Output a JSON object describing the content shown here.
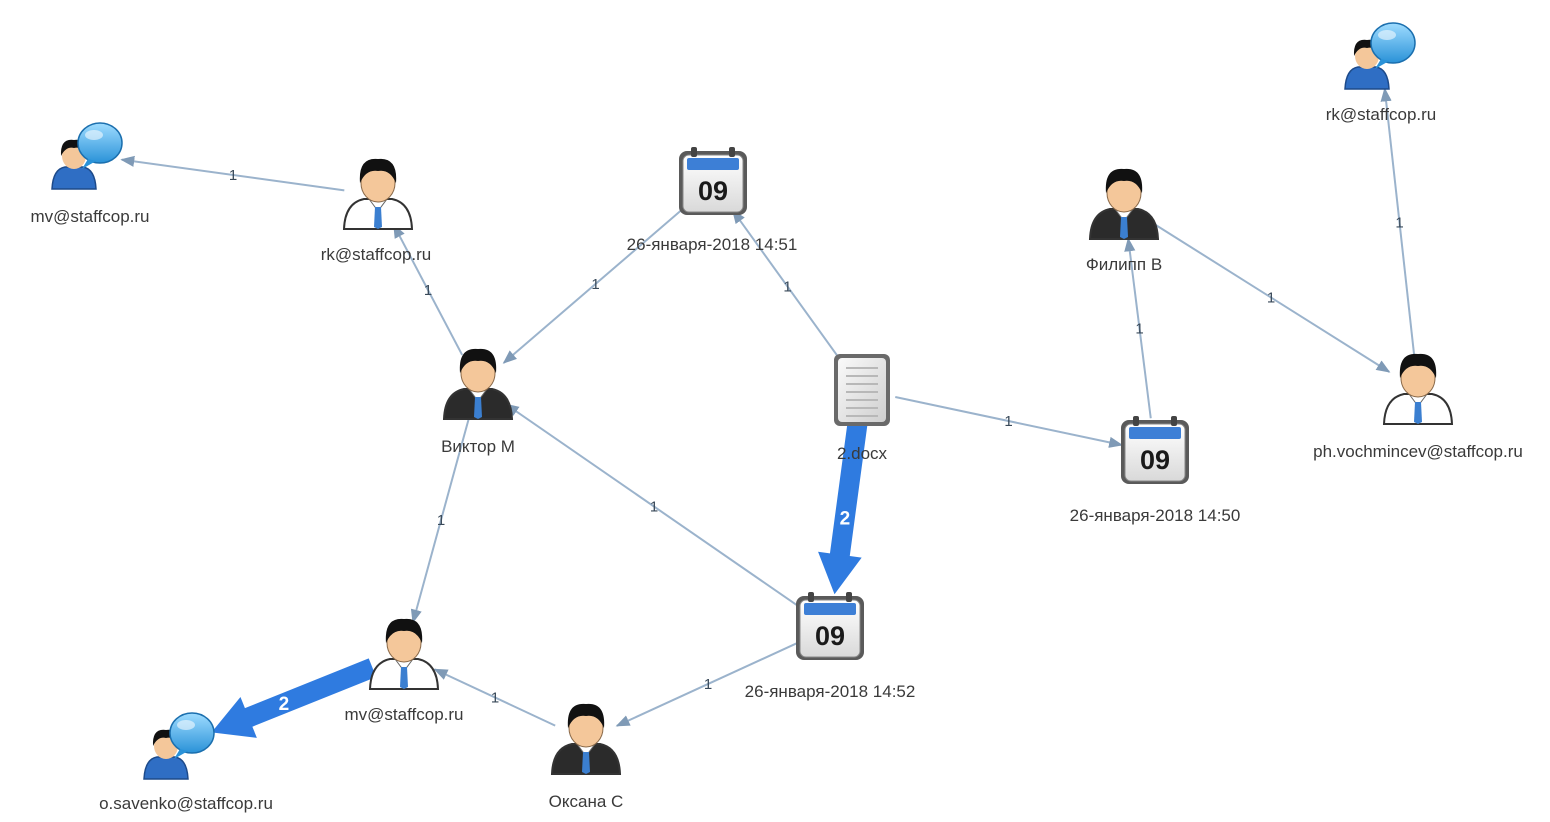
{
  "nodes": [
    {
      "id": "n_mv_top",
      "type": "person-chat",
      "label": "mv@staffcop.ru"
    },
    {
      "id": "n_rk_left",
      "type": "person-light",
      "label": "rk@staffcop.ru"
    },
    {
      "id": "n_cal_1451",
      "type": "calendar",
      "day": "09",
      "label": "26-января-2018 14:51"
    },
    {
      "id": "n_viktor",
      "type": "person-dark",
      "label": "Виктор М"
    },
    {
      "id": "n_doc",
      "type": "document",
      "label": "2.docx"
    },
    {
      "id": "n_filipp",
      "type": "person-dark",
      "label": "Филипп В"
    },
    {
      "id": "n_rk_right",
      "type": "person-chat",
      "label": "rk@staffcop.ru"
    },
    {
      "id": "n_ph",
      "type": "person-light",
      "label": "ph.vochmincev@staffcop.ru"
    },
    {
      "id": "n_cal_1450",
      "type": "calendar",
      "day": "09",
      "label": "26-января-2018 14:50"
    },
    {
      "id": "n_cal_1452",
      "type": "calendar",
      "day": "09",
      "label": "26-января-2018 14:52"
    },
    {
      "id": "n_mv_bottom",
      "type": "person-light",
      "label": "mv@staffcop.ru"
    },
    {
      "id": "n_savenko",
      "type": "person-chat",
      "label": "o.savenko@staffcop.ru"
    },
    {
      "id": "n_oksana",
      "type": "person-dark",
      "label": "Оксана С"
    }
  ],
  "edges": [
    {
      "from": "n_rk_left",
      "to": "n_mv_top",
      "label": "1",
      "weight": 1
    },
    {
      "from": "n_viktor",
      "to": "n_rk_left",
      "label": "1",
      "weight": 1
    },
    {
      "from": "n_cal_1451",
      "to": "n_viktor",
      "label": "1",
      "weight": 1
    },
    {
      "from": "n_doc",
      "to": "n_cal_1451",
      "label": "1",
      "weight": 1
    },
    {
      "from": "n_doc",
      "to": "n_cal_1450",
      "label": "1",
      "weight": 1
    },
    {
      "from": "n_doc",
      "to": "n_cal_1452",
      "label": "2",
      "weight": 2
    },
    {
      "from": "n_cal_1450",
      "to": "n_filipp",
      "label": "1",
      "weight": 1
    },
    {
      "from": "n_filipp",
      "to": "n_ph",
      "label": "1",
      "weight": 1
    },
    {
      "from": "n_ph",
      "to": "n_rk_right",
      "label": "1",
      "weight": 1
    },
    {
      "from": "n_cal_1452",
      "to": "n_viktor",
      "label": "1",
      "weight": 1
    },
    {
      "from": "n_viktor",
      "to": "n_mv_bottom",
      "label": "1",
      "weight": 1
    },
    {
      "from": "n_cal_1452",
      "to": "n_oksana",
      "label": "1",
      "weight": 1
    },
    {
      "from": "n_oksana",
      "to": "n_mv_bottom",
      "label": "1",
      "weight": 1
    },
    {
      "from": "n_mv_bottom",
      "to": "n_savenko",
      "label": "2",
      "weight": 2
    }
  ],
  "colors": {
    "edge": "#9bb3cc",
    "edge_thick": "#2f7be0",
    "chat_bubble": "#3aa9e8",
    "hair": "#111111",
    "skin": "#f4c79a",
    "tie": "#3b7fd0",
    "suit_dark": "#2b2b2b",
    "calendar_top": "#3d7fd6"
  }
}
